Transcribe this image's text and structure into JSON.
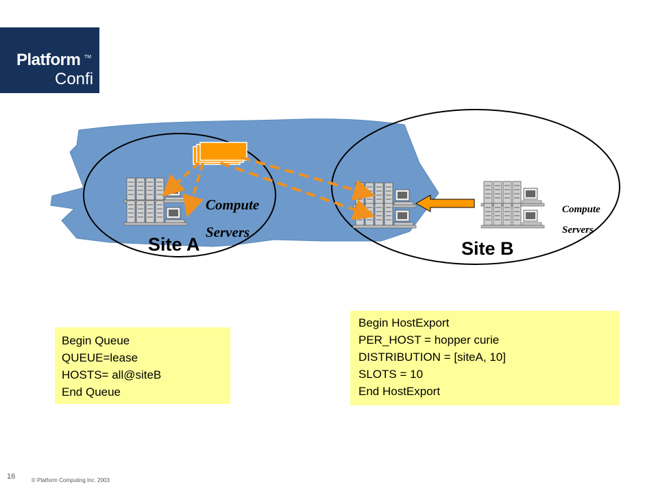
{
  "header": {
    "logo_name": "Platform",
    "logo_tm": "TM",
    "logo_sub": "Confi"
  },
  "diagram": {
    "site_a": {
      "label": "Site A",
      "caption_line1": "Compute",
      "caption_line2": "Servers"
    },
    "site_b": {
      "label": "Site B",
      "caption_line1": "Compute",
      "caption_line2": "Servers"
    }
  },
  "queue_box": {
    "lines": [
      "Begin Queue",
      "QUEUE=lease",
      "HOSTS= all@siteB",
      "End Queue"
    ]
  },
  "hostexport_box": {
    "lines": [
      "Begin HostExport",
      "PER_HOST = hopper curie",
      "DISTRIBUTION = [siteA, 10]",
      "SLOTS = 10",
      "End HostExport"
    ]
  },
  "footer": {
    "page_number": "16",
    "copyright": "© Platform Computing Inc. 2003"
  },
  "colors": {
    "logo_bg": "#17325a",
    "network_cloud": "#6e9acb",
    "dashed_arrow": "#f0901e",
    "job_box": "#ff9900",
    "code_box": "#ffff99"
  }
}
